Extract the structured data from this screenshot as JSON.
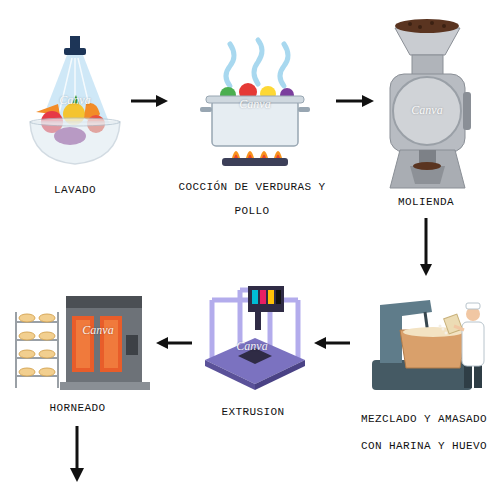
{
  "diagram": {
    "nodes": [
      {
        "text": [
          "LAVADO"
        ]
      },
      {
        "text": [
          "COCCIÓN DE VERDURAS Y POLLO"
        ]
      },
      {
        "text": [
          "MOLIENDA"
        ]
      },
      {
        "text": [
          "MEZCLADO Y AMASADO CON HARINA Y HUEVO"
        ]
      },
      {
        "text": [
          "EXTRUSION"
        ]
      },
      {
        "text": [
          "HORNEADO"
        ]
      }
    ],
    "edges": [
      {
        "from": 0,
        "to": 1,
        "arrow": "to"
      },
      {
        "from": 1,
        "to": 2,
        "arrow": "to"
      },
      {
        "from": 2,
        "to": 3,
        "arrow": "to"
      },
      {
        "from": 3,
        "to": 4,
        "arrow": "to"
      },
      {
        "from": 4,
        "to": 5,
        "arrow": "to"
      }
    ],
    "labels": [
      "Canva",
      "Canva",
      "Canva",
      "Canva",
      "Canva"
    ]
  }
}
